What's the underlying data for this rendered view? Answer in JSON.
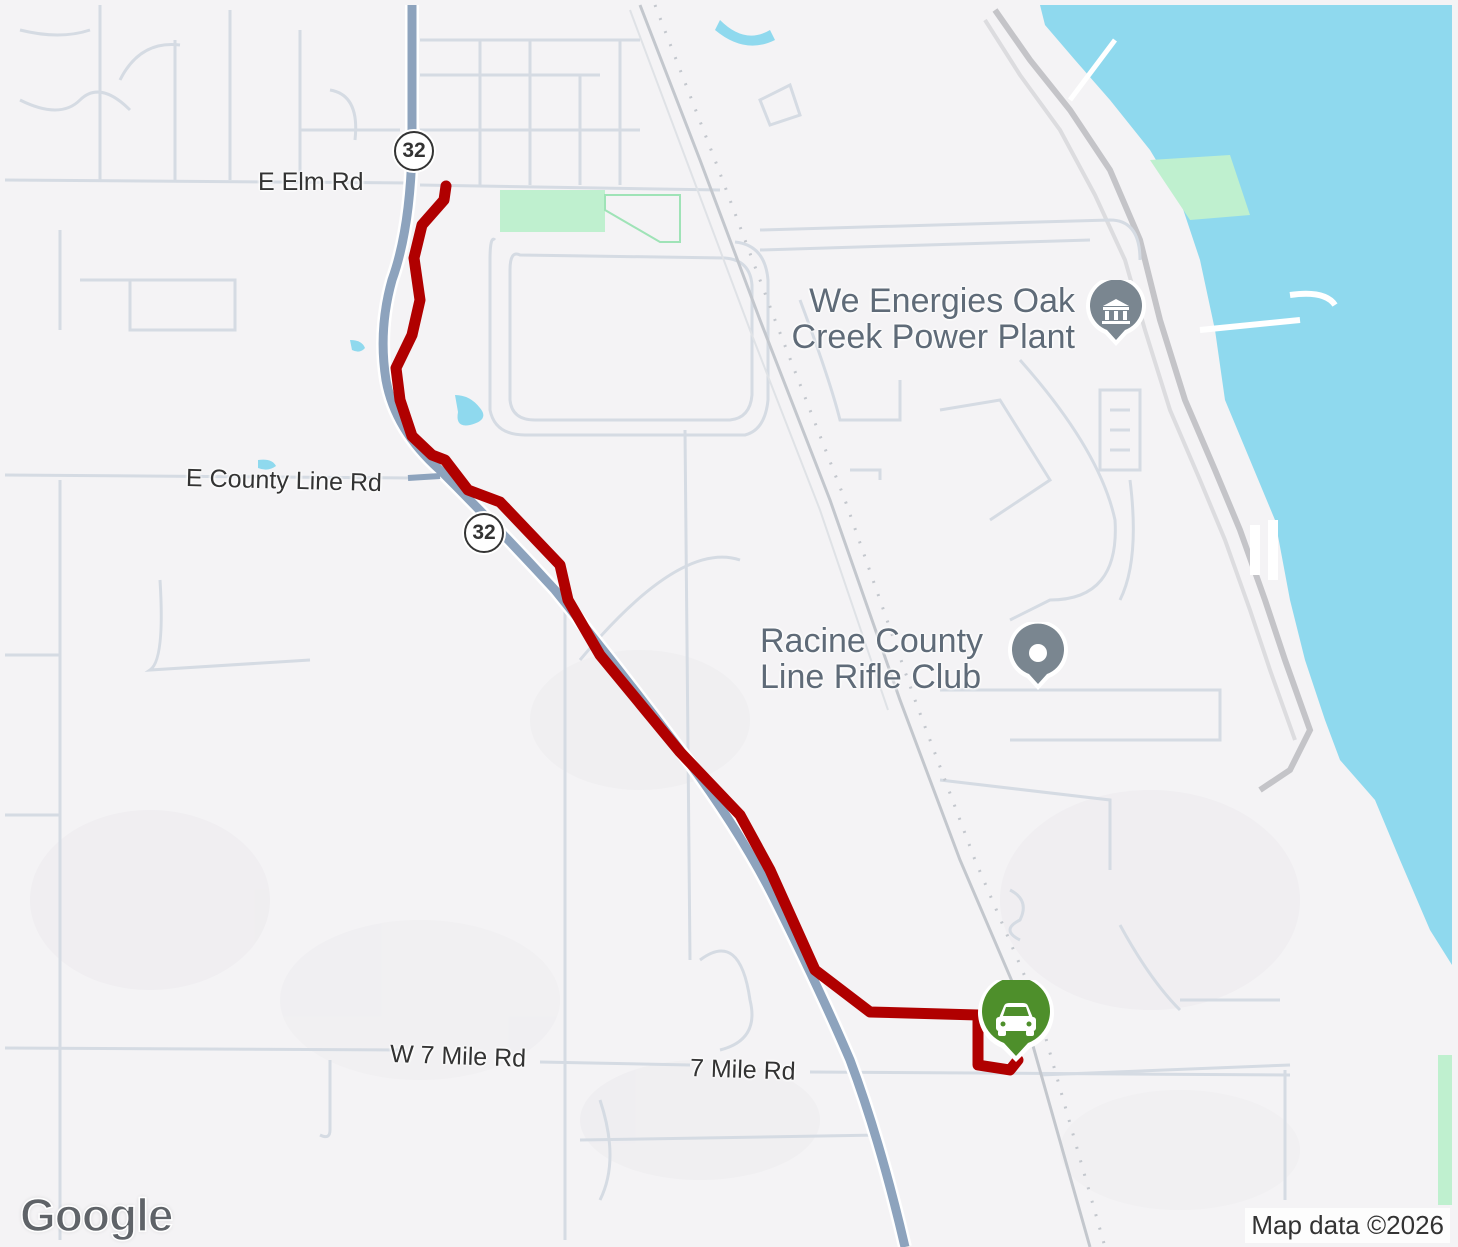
{
  "colors": {
    "land": "#f4f3f5",
    "water": "#8fd9ee",
    "park": "#bff0cf",
    "highway": "#8da3bd",
    "minor_road": "#d5dbe3",
    "route": "#b00000",
    "poi_text": "#5f6b78",
    "destination_marker": "#4e8f2b",
    "poi_marker": "#7a8690"
  },
  "roads": {
    "e_elm_rd": "E Elm Rd",
    "e_county_line_rd": "E County Line Rd",
    "w_7_mile_rd": "W 7 Mile Rd",
    "seven_mile_rd": "7 Mile Rd"
  },
  "highway_shields": [
    {
      "id": "shield-32-north",
      "number": "32"
    },
    {
      "id": "shield-32-south",
      "number": "32"
    }
  ],
  "places": {
    "power_plant": {
      "lines": [
        "We Energies Oak",
        "Creek Power Plant"
      ],
      "icon": "landmark-icon"
    },
    "rifle_club": {
      "lines": [
        "Racine County",
        "Line Rifle Club"
      ],
      "icon": "place-pin-icon"
    }
  },
  "destination": {
    "icon": "car-icon"
  },
  "branding": {
    "logo": "Google",
    "attribution": "Map data ©2026"
  }
}
